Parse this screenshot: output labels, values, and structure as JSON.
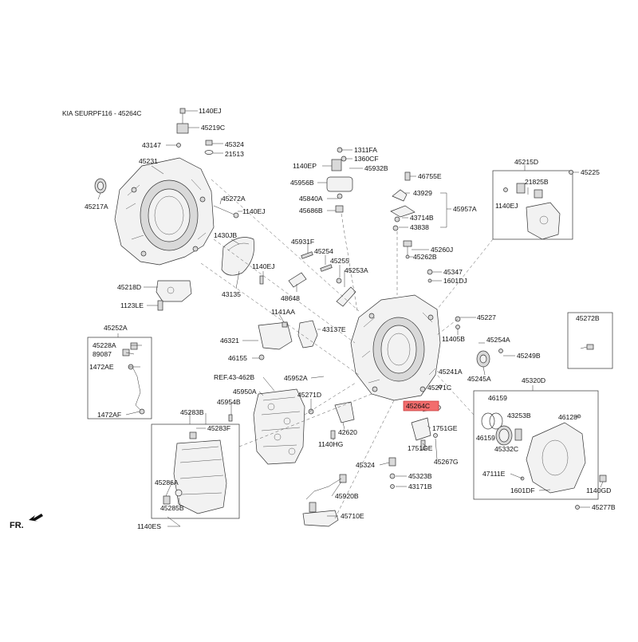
{
  "title": "KIA SEURPF116 - 45264C",
  "orientation_label": "FR.",
  "highlight_color": "#f26d6d",
  "highlighted_part": "45264C",
  "labels": {
    "l1140EJ_a": "1140EJ",
    "l45219C": "45219C",
    "l43147": "43147",
    "l45324_a": "45324",
    "l21513": "21513",
    "l45231": "45231",
    "l45217A": "45217A",
    "l45272A": "45272A",
    "l1140EJ_b": "1140EJ",
    "l1430JB": "1430JB",
    "l1140EJ_c": "1140EJ",
    "l43135": "43135",
    "l45218D": "45218D",
    "l1123LE": "1123LE",
    "l1311FA": "1311FA",
    "l1360CF": "1360CF",
    "l1140EP": "1140EP",
    "l45932B": "45932B",
    "l46755E": "46755E",
    "l45956B": "45956B",
    "l43929": "43929",
    "l45840A": "45840A",
    "l45686B": "45686B",
    "l43714B": "43714B",
    "l45957A": "45957A",
    "l43838": "43838",
    "l45215D": "45215D",
    "l45225": "45225",
    "l21825B": "21825B",
    "l1140EJ_d": "1140EJ",
    "l45931F": "45931F",
    "l45254": "45254",
    "l45255": "45255",
    "l45253A": "45253A",
    "l45260J": "45260J",
    "l45262B": "45262B",
    "l45347": "45347",
    "l1601DJ": "1601DJ",
    "l48648": "48648",
    "l1141AA": "1141AA",
    "l43137E": "43137E",
    "l45227": "45227",
    "l45272B": "45272B",
    "l45252A": "45252A",
    "l45228A": "45228A",
    "l89087": "89087",
    "l1472AE": "1472AE",
    "l1472AF": "1472AF",
    "l46321": "46321",
    "l46155": "46155",
    "l11405B": "11405B",
    "l45254A": "45254A",
    "l45249B": "45249B",
    "l45952A": "45952A",
    "l45241A": "45241A",
    "l45245A": "45245A",
    "l45320D": "45320D",
    "lREF": "REF.43-462B",
    "l45950A": "45950A",
    "l45271D": "45271D",
    "l45271C": "45271C",
    "l45954B": "45954B",
    "l45283B": "45283B",
    "l45283F": "45283F",
    "l45264C": "45264C",
    "l46159_a": "46159",
    "l43253B": "43253B",
    "l46128": "46128",
    "l1751GE_a": "1751GE",
    "l42620": "42620",
    "l46159_b": "46159",
    "l45332C": "45332C",
    "l1140HG": "1140HG",
    "l1751GE_b": "1751GE",
    "l45267G": "45267G",
    "l45324_b": "45324",
    "l45323B": "45323B",
    "l47111E": "47111E",
    "l45286A": "45286A",
    "l43171B": "43171B",
    "l1601DF": "1601DF",
    "l1140GD": "1140GD",
    "l45285B": "45285B",
    "l45920B": "45920B",
    "l45277B": "45277B",
    "l45710E": "45710E",
    "l1140ES": "1140ES"
  }
}
